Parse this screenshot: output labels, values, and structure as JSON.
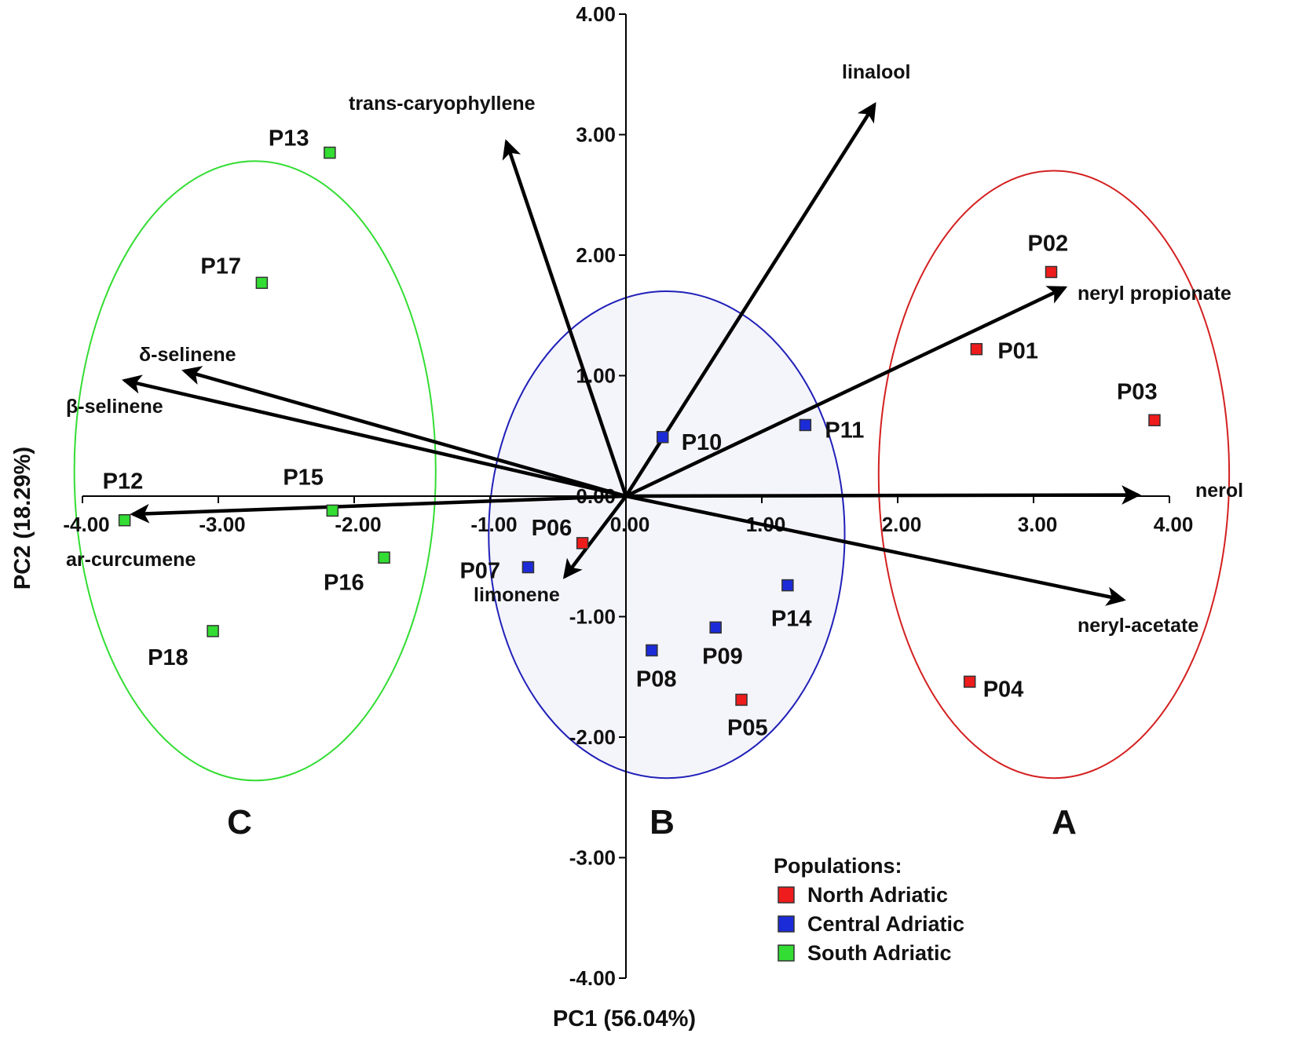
{
  "chart_data": {
    "type": "scatter",
    "subtype": "PCA biplot",
    "xlabel": "PC1 (56.04%)",
    "ylabel": "PC2 (18.29%)",
    "xlim": [
      -4.0,
      4.0
    ],
    "ylim": [
      -4.0,
      4.0
    ],
    "x_ticks": [
      "-4.00",
      "-3.00",
      "-2.00",
      "-1.00",
      "0.00",
      "1.00",
      "2.00",
      "3.00",
      "4.00"
    ],
    "y_ticks": [
      "4.00",
      "3.00",
      "2.00",
      "1.00",
      "0.00",
      "-1.00",
      "-2.00",
      "-3.00",
      "-4.00"
    ],
    "grid": false,
    "legend": {
      "title": "Populations:",
      "position": "bottom-right",
      "entries": [
        {
          "name": "North Adriatic",
          "color": "#ee1c1c"
        },
        {
          "name": "Central Adriatic",
          "color": "#1c2bd8"
        },
        {
          "name": "South Adriatic",
          "color": "#33dd33"
        }
      ]
    },
    "points": [
      {
        "label": "P01",
        "x": 2.58,
        "y": 1.22,
        "group": "North Adriatic"
      },
      {
        "label": "P02",
        "x": 3.13,
        "y": 1.86,
        "group": "North Adriatic"
      },
      {
        "label": "P03",
        "x": 3.89,
        "y": 0.63,
        "group": "North Adriatic"
      },
      {
        "label": "P04",
        "x": 2.53,
        "y": -1.54,
        "group": "North Adriatic"
      },
      {
        "label": "P05",
        "x": 0.85,
        "y": -1.69,
        "group": "North Adriatic"
      },
      {
        "label": "P06",
        "x": -0.32,
        "y": -0.39,
        "group": "North Adriatic"
      },
      {
        "label": "P07",
        "x": -0.72,
        "y": -0.59,
        "group": "Central Adriatic"
      },
      {
        "label": "P08",
        "x": 0.19,
        "y": -1.28,
        "group": "Central Adriatic"
      },
      {
        "label": "P09",
        "x": 0.66,
        "y": -1.09,
        "group": "Central Adriatic"
      },
      {
        "label": "P10",
        "x": 0.27,
        "y": 0.49,
        "group": "Central Adriatic"
      },
      {
        "label": "P11",
        "x": 1.32,
        "y": 0.59,
        "group": "Central Adriatic"
      },
      {
        "label": "P14",
        "x": 1.19,
        "y": -0.74,
        "group": "Central Adriatic"
      },
      {
        "label": "P12",
        "x": -3.69,
        "y": -0.2,
        "group": "South Adriatic"
      },
      {
        "label": "P13",
        "x": -2.18,
        "y": 2.85,
        "group": "South Adriatic"
      },
      {
        "label": "P15",
        "x": -2.16,
        "y": -0.12,
        "group": "South Adriatic"
      },
      {
        "label": "P16",
        "x": -1.78,
        "y": -0.51,
        "group": "South Adriatic"
      },
      {
        "label": "P17",
        "x": -2.68,
        "y": 1.77,
        "group": "South Adriatic"
      },
      {
        "label": "P18",
        "x": -3.04,
        "y": -1.12,
        "group": "South Adriatic"
      }
    ],
    "vectors": [
      {
        "name": "linalool",
        "x": 1.83,
        "y": 3.25
      },
      {
        "name": "trans-caryophyllene",
        "x": -0.88,
        "y": 2.94
      },
      {
        "name": "neryl propionate",
        "x": 3.23,
        "y": 1.73
      },
      {
        "name": "nerol",
        "x": 3.77,
        "y": 0.01
      },
      {
        "name": "neryl-acetate",
        "x": 3.66,
        "y": -0.86
      },
      {
        "name": "limonene",
        "x": -0.45,
        "y": -0.67
      },
      {
        "name": "δ-selinene",
        "x": -3.25,
        "y": 1.04
      },
      {
        "name": "β-selinene",
        "x": -3.69,
        "y": 0.96
      },
      {
        "name": "ar-curcumene",
        "x": -3.63,
        "y": -0.15
      }
    ],
    "ellipses": [
      {
        "label": "A",
        "cx": 3.15,
        "cy": 0.18,
        "rx": 1.29,
        "ry": 2.52,
        "color": "#d42020"
      },
      {
        "label": "B",
        "cx": 0.3,
        "cy": -0.32,
        "rx": 1.31,
        "ry": 2.02,
        "color": "#2020b8"
      },
      {
        "label": "C",
        "cx": -2.73,
        "cy": 0.21,
        "rx": 1.33,
        "ry": 2.57,
        "color": "#33dd33"
      }
    ]
  }
}
